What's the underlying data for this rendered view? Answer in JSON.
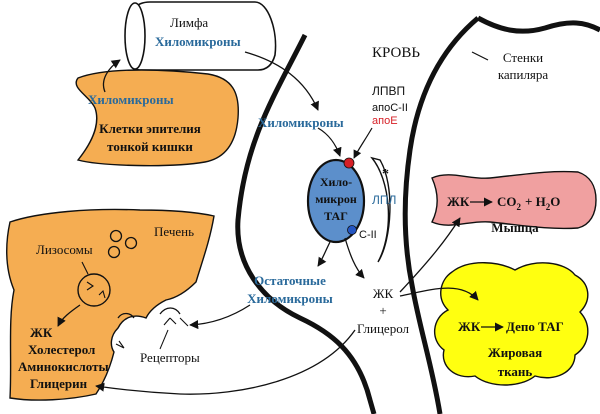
{
  "colors": {
    "orange": "#f5ad52",
    "pink": "#f0a0a0",
    "yellow": "#ffff10",
    "blue_text": "#2a6a9b",
    "chylomicron_fill": "#5c8fcb",
    "apoe_dot": "#d61f26",
    "apoc_dot": "#2456c2",
    "apoe_text": "#d61f26"
  },
  "lymph": {
    "title": "Лимфа",
    "content": "Хиломикроны"
  },
  "intestine": {
    "label_top": "Хиломикроны",
    "label_line1": "Клетки эпителия",
    "label_line2": "тонкой кишки"
  },
  "blood": {
    "title": "КРОВЬ",
    "chylomicrons_label": "Хиломикроны",
    "capillary_wall_line1": "Стенки",
    "capillary_wall_line2": "капиляра"
  },
  "hdl": {
    "name": "ЛПВП",
    "apo_c2": "апоС-II",
    "apo_e": "апоЕ"
  },
  "chylomicron": {
    "line1": "Хило-",
    "line2": "микрон",
    "line3": "ТАГ",
    "apoc_label": "С-II"
  },
  "lpl": {
    "label": "ЛПЛ",
    "star": "*"
  },
  "remnants": {
    "line1": "Остаточные",
    "line2": "Хиломикроны"
  },
  "products": {
    "fa": "ЖК",
    "plus": "+",
    "glycerol": "Глицерол"
  },
  "liver": {
    "title": "Печень",
    "lysosomes": "Лизосомы",
    "receptors": "Рецепторы",
    "out1": "ЖК",
    "out2": "Холестерол",
    "out3": "Аминокислоты",
    "out4": "Глицерин"
  },
  "muscle": {
    "reaction_left": "ЖК",
    "reaction_right": "CO",
    "co2_sub": "2",
    "plus_h2o": "+ H",
    "h2o_sub": "2",
    "h2o_o": "O",
    "label": "Мышца"
  },
  "adipose": {
    "reaction_left": "ЖК",
    "reaction_right": "Депо ТАГ",
    "label_line1": "Жировая",
    "label_line2": "ткань"
  }
}
